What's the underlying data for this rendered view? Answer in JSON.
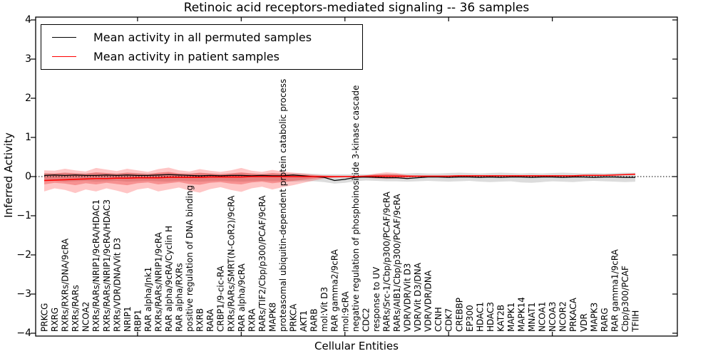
{
  "title": "Retinoic acid receptors-mediated signaling -- 36 samples",
  "axes": {
    "xlabel": "Cellular Entities",
    "ylabel": "Inferred Activity",
    "yticks": [
      "4",
      "3",
      "2",
      "1",
      "0",
      "−1",
      "−2",
      "−3",
      "−4"
    ]
  },
  "legend": {
    "items": [
      {
        "label": "Mean activity in all permuted samples",
        "color": "#000000"
      },
      {
        "label": "Mean activity in patient samples",
        "color": "#ff0000"
      }
    ]
  },
  "chart_data": {
    "type": "line",
    "title": "Retinoic acid receptors-mediated signaling -- 36 samples",
    "xlabel": "Cellular Entities",
    "ylabel": "Inferred Activity",
    "ylim": [
      -4,
      4
    ],
    "yticks": [
      4,
      3,
      2,
      1,
      0,
      -1,
      -2,
      -3,
      -4
    ],
    "grid": false,
    "legend_position": "upper left",
    "zero_line_style": "dotted",
    "x_major_tick_positions": [
      9,
      19,
      29,
      39,
      49
    ],
    "categories": [
      "PRKCG",
      "RXRG",
      "RXRs/RXRs/DNA/9cRA",
      "RXRs/RARs",
      "NCOA2",
      "RXRs/RARs/NRIP1/9cRA/HDAC1",
      "RXRs/RARs/NRIP1/9cRA/HDAC3",
      "RXRs/VDR/DNA/Vit D3",
      "NRIP1",
      "RBP1",
      "RAR alpha/Jnk1",
      "RXRs/RARs/NRIP1/9cRA",
      "RAR alpha/9cRA/Cyclin H",
      "RAR alpha/RXRs",
      "positive regulation of DNA binding",
      "RXRB",
      "RARA",
      "CRBP1/9-cic-RA",
      "RXRs/RARs/SMRT(N-CoR2)/9cRA",
      "RAR alpha/9cRA",
      "RXRA",
      "RARs/TIF2/Cbp/p300/PCAF/9cRA",
      "MAPK8",
      "proteasomal ubiquitin-dependent protein catabolic process",
      "PRKCA",
      "AKT1",
      "RARB",
      "mol:Vit D3",
      "RAR gamma2/9cRA",
      "mol:9cRA",
      "negative regulation of phosphoinositide 3-kinase cascade",
      "CDC2",
      "response to UV",
      "RARs/Src-1/Cbp/p300/PCAF/9cRA",
      "RARs/AIB1/Cbp/p300/PCAF/9cRA",
      "VDR/VDR/Vit D3",
      "VDR/Vit D3/DNA",
      "VDR/VDR/DNA",
      "CCNH",
      "CDK7",
      "CREBBP",
      "EP300",
      "HDAC1",
      "HDAC3",
      "KAT2B",
      "MAPK1",
      "MAPK14",
      "MNAT1",
      "NCOA1",
      "NCOA3",
      "NCOR2",
      "PRKACA",
      "VDR",
      "MAPK3",
      "RARG",
      "RAR gamma1/9cRA",
      "Cbp/p300/PCAF",
      "TFIIH"
    ],
    "series": [
      {
        "name": "Mean activity in all permuted samples",
        "color": "#000000",
        "width": 1.3,
        "values": [
          0.03,
          0.04,
          0.03,
          0.04,
          0.03,
          0.03,
          0.04,
          0.03,
          0.04,
          0.03,
          0.03,
          0.04,
          0.05,
          0.04,
          0.03,
          0.02,
          0.03,
          0.02,
          0.03,
          0.03,
          0.02,
          0.03,
          0.02,
          0.02,
          0.04,
          0.02,
          0.0,
          -0.02,
          -0.1,
          -0.07,
          -0.02,
          -0.01,
          -0.02,
          -0.03,
          -0.03,
          -0.05,
          -0.03,
          -0.01,
          -0.01,
          -0.02,
          -0.01,
          -0.01,
          -0.02,
          -0.01,
          -0.02,
          -0.01,
          -0.01,
          -0.02,
          -0.01,
          -0.01,
          -0.02,
          -0.01,
          -0.01,
          -0.02,
          -0.01,
          -0.01,
          -0.02,
          -0.02
        ]
      },
      {
        "name": "Mean activity in patient samples",
        "color": "#ff0000",
        "width": 1.6,
        "values": [
          -0.1,
          -0.09,
          -0.08,
          -0.07,
          -0.06,
          -0.05,
          -0.05,
          -0.04,
          -0.04,
          -0.03,
          -0.03,
          -0.03,
          -0.02,
          -0.02,
          -0.02,
          -0.02,
          -0.01,
          -0.01,
          -0.01,
          -0.01,
          0.0,
          0.0,
          0.0,
          0.0,
          0.0,
          0.0,
          0.0,
          0.0,
          0.0,
          0.0,
          0.0,
          0.01,
          0.01,
          0.01,
          0.01,
          0.01,
          0.01,
          0.01,
          0.01,
          0.01,
          0.02,
          0.02,
          0.02,
          0.02,
          0.02,
          0.02,
          0.02,
          0.02,
          0.02,
          0.02,
          0.02,
          0.02,
          0.03,
          0.03,
          0.03,
          0.04,
          0.05,
          0.06
        ]
      }
    ],
    "bands": [
      {
        "name": "permuted-range",
        "color": "rgba(110,110,110,0.24)",
        "upper": [
          0.09,
          0.08,
          0.1,
          0.09,
          0.08,
          0.1,
          0.09,
          0.08,
          0.1,
          0.09,
          0.08,
          0.09,
          0.1,
          0.08,
          0.08,
          0.09,
          0.08,
          0.07,
          0.08,
          0.09,
          0.08,
          0.07,
          0.08,
          0.08,
          0.09,
          0.08,
          0.07,
          0.06,
          0.06,
          0.06,
          0.06,
          0.06,
          0.06,
          0.07,
          0.07,
          0.08,
          0.09,
          0.08,
          0.08,
          0.09,
          0.1,
          0.09,
          0.08,
          0.09,
          0.1,
          0.09,
          0.08,
          0.09,
          0.08,
          0.09,
          0.1,
          0.09,
          0.08,
          0.09,
          0.08,
          0.09,
          0.1,
          0.1
        ],
        "lower": [
          -0.12,
          -0.11,
          -0.13,
          -0.12,
          -0.11,
          -0.13,
          -0.12,
          -0.11,
          -0.13,
          -0.12,
          -0.11,
          -0.12,
          -0.13,
          -0.11,
          -0.12,
          -0.13,
          -0.12,
          -0.11,
          -0.12,
          -0.13,
          -0.12,
          -0.11,
          -0.12,
          -0.12,
          -0.13,
          -0.12,
          -0.12,
          -0.14,
          -0.18,
          -0.16,
          -0.12,
          -0.1,
          -0.11,
          -0.12,
          -0.12,
          -0.13,
          -0.12,
          -0.11,
          -0.12,
          -0.13,
          -0.12,
          -0.11,
          -0.13,
          -0.14,
          -0.13,
          -0.12,
          -0.15,
          -0.16,
          -0.14,
          -0.12,
          -0.13,
          -0.14,
          -0.12,
          -0.11,
          -0.12,
          -0.13,
          -0.14,
          -0.13
        ]
      },
      {
        "name": "patient-range-outer",
        "color": "rgba(255,45,45,0.27)",
        "upper": [
          0.16,
          0.15,
          0.2,
          0.16,
          0.13,
          0.22,
          0.18,
          0.14,
          0.2,
          0.16,
          0.12,
          0.19,
          0.23,
          0.16,
          0.13,
          0.19,
          0.15,
          0.12,
          0.16,
          0.22,
          0.15,
          0.12,
          0.17,
          0.13,
          0.1,
          0.08,
          0.05,
          0.03,
          0.02,
          0.02,
          0.02,
          0.03,
          0.08,
          0.11,
          0.09,
          0.04,
          0.02,
          0.02,
          0.02,
          0.02,
          0.02,
          0.02,
          0.02,
          0.02,
          0.02,
          0.02,
          0.02,
          0.02,
          0.02,
          0.02,
          0.02,
          0.02,
          0.03,
          0.03,
          0.03,
          0.04,
          0.05,
          0.07
        ],
        "lower": [
          -0.38,
          -0.3,
          -0.34,
          -0.42,
          -0.33,
          -0.38,
          -0.3,
          -0.36,
          -0.43,
          -0.33,
          -0.29,
          -0.38,
          -0.33,
          -0.28,
          -0.36,
          -0.41,
          -0.32,
          -0.27,
          -0.34,
          -0.39,
          -0.3,
          -0.26,
          -0.33,
          -0.27,
          -0.22,
          -0.16,
          -0.1,
          -0.05,
          -0.03,
          -0.02,
          -0.02,
          -0.03,
          -0.05,
          -0.06,
          -0.05,
          -0.03,
          -0.01,
          -0.01,
          0.0,
          0.0,
          0.01,
          0.01,
          0.01,
          0.01,
          0.01,
          0.01,
          0.01,
          0.01,
          0.01,
          0.01,
          0.01,
          0.01,
          0.02,
          0.02,
          0.02,
          0.03,
          0.04,
          0.05
        ]
      },
      {
        "name": "patient-range-inner",
        "color": "rgba(230,35,35,0.33)",
        "upper": [
          0.08,
          0.08,
          0.1,
          0.08,
          0.07,
          0.11,
          0.09,
          0.07,
          0.1,
          0.08,
          0.06,
          0.1,
          0.12,
          0.08,
          0.07,
          0.1,
          0.08,
          0.06,
          0.08,
          0.11,
          0.08,
          0.06,
          0.09,
          0.07,
          0.05,
          0.04,
          0.03,
          0.02,
          0.01,
          0.01,
          0.01,
          0.02,
          0.05,
          0.06,
          0.05,
          0.02,
          0.01,
          0.01,
          0.01,
          0.01,
          0.02,
          0.02,
          0.02,
          0.02,
          0.02,
          0.02,
          0.02,
          0.02,
          0.02,
          0.02,
          0.02,
          0.02,
          0.03,
          0.03,
          0.03,
          0.04,
          0.05,
          0.06
        ],
        "lower": [
          -0.2,
          -0.16,
          -0.18,
          -0.22,
          -0.17,
          -0.2,
          -0.16,
          -0.19,
          -0.22,
          -0.17,
          -0.15,
          -0.2,
          -0.17,
          -0.14,
          -0.19,
          -0.21,
          -0.16,
          -0.14,
          -0.18,
          -0.2,
          -0.15,
          -0.13,
          -0.17,
          -0.14,
          -0.11,
          -0.08,
          -0.05,
          -0.03,
          -0.02,
          -0.01,
          -0.01,
          -0.02,
          -0.03,
          -0.03,
          -0.03,
          -0.02,
          -0.01,
          -0.01,
          0.0,
          0.0,
          0.01,
          0.01,
          0.01,
          0.01,
          0.01,
          0.01,
          0.01,
          0.01,
          0.01,
          0.01,
          0.01,
          0.01,
          0.02,
          0.02,
          0.02,
          0.03,
          0.04,
          0.05
        ]
      }
    ]
  }
}
